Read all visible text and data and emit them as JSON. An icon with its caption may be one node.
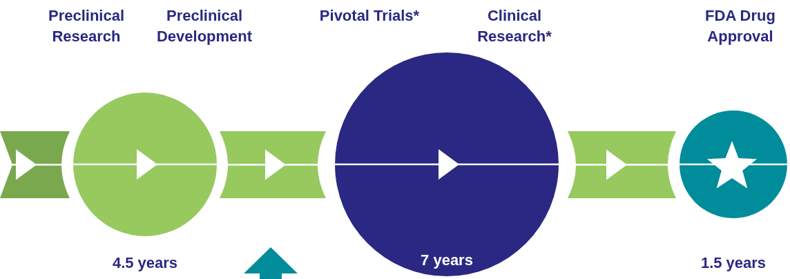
{
  "diagram": {
    "nodes": [
      {
        "text": [],
        "shape": "bar"
      },
      {
        "text": [
          "Preclinical Research",
          "Preclinical Development"
        ],
        "beside": [
          "4.5 years"
        ]
      },
      {
        "text": [],
        "shape": "bar"
      },
      {
        "text": [
          "Pivotal Trials*",
          "Clinical Research*",
          "7 years"
        ]
      },
      {
        "text": [],
        "shape": "bar"
      },
      {
        "text": [
          "FDA Drug Approval"
        ],
        "beside": [
          "1.5 years"
        ]
      }
    ]
  }
}
